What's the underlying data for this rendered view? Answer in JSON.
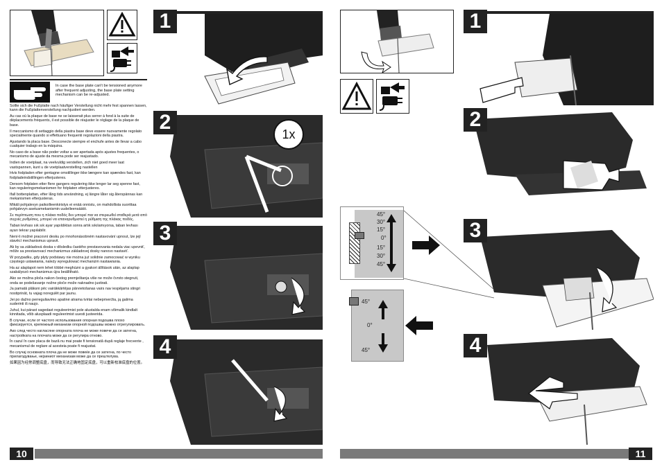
{
  "pages": {
    "left_number": "10",
    "right_number": "11"
  },
  "left": {
    "intro_text": "In case the base plate can't be tensioned anymore after frequent adjusting, the base plate setting mechanism can be re-adjusted.",
    "paragraphs": [
      "Sollte sich die Fußplatte nach häufiger Verstellung nicht mehr fest spannen lassen, kann die Fußplattenverstellung nachjustiert werden.",
      "Au cas où la plaque de base ne se laisserait plus serrer à fond à la suite de déplacements fréquents, il est possible de réajuster le réglage de la plaque de base.",
      "Il meccanismo di settaggio della piastra base deve essere nuovamente regolato specialmente quando si effettuano frequenti regolazioni della piastra.",
      "Ajustando la placa base. Desconecte siempre el enchufe antes de llevar a cabo cualquier trabajo en la máquina.",
      "No caso de a base não poder voltar a ser apertada após ajustes frequentes, o mecanismo de ajuste da mesma pode ser reajustado.",
      "Indien de voetplaat, na veelvuldig verstellen, zich niet goed meer laat vastspannen, kunt u de voetplaatverstelling nastellen",
      "Hvis fodpladen efter gentagne omstillinger ikke længere kan spændes fast, kan fodpladeindstillingen efterjusteres.",
      "Dersom fotplaten etter flere gangers regulering ikke lenger lar seg spenne fast, kan reguleringsmekanismen for fotplaten etterjusteres.",
      "Ifall bottenplattan, efter lång tids användning, ej längre låter sig återspännas kan mekanismen efterjusteras.",
      "Mikäli pohjalevyn paikoilleenkiristys ei enää onnistu, on mahdollista suorittaa pohjalevyn asetusmekanismin uudelleensäätö.",
      "Σε περίπτωση που η πλάκα ποδός δεν μπορεί πια να στερεωθεί σταθερά μετά από συχνές ρυθμίσεις, μπορεί να επαναρυθμιστεί η ρύθμιση της πλάκας ποδός.",
      "Taban levhası sık sık ayar yapıldıktan sonra artık sıkılamıyorsa, taban levhası ayarı tekrar yapılabilir.",
      "Není-li možné pracovní desku po mnohonásobném nastavování upnout, lze její stavěcí mechanismus upravit.",
      "Ak by sa základová doska v dôsledku častého prestavovania nedala viac upevniť, môže sa prestavovací mechanizmus základovej dosky nanovo nastaviť.",
      "W przypadku, gdy płyty podstawy nie można już solidnie zamocować w wyniku częstego ustawiania, należy wyregulować mechanizm nastawiania.",
      "Ha az alaplapot nem lehet többé meghúzni a gyakori állítások után, az alaplap szabályozó mechanizmus újra beállítható.",
      "Ako se možna ploča nakon čestog premještanja više ne može čvrsto stegnuti, onda se podešavanje nožne ploče može naknadno justirati.",
      "Ja pamatā plāksni pēc vairākkārtējas pārvietošanas vairs nav iespējams stingri nostiprināt, tu vajag noregulēt par jaunu.",
      "Jei po dažno perreguliavimo apatinė atrama tvirtai nebepriveržia, ją galima suderinti iš naujo.",
      "Juhul, kui pärast sagedast reguleerimist pole alustalda enam võimalik kindlalt kinnitada, võib alusplaadi reguleerimist uuesti justeerida.",
      "В случае, если от частого использования опорная подошва плохо фиксируется, крепежный механизм опорной подошвы можно отрегулировать.",
      "Ако след често нагласяне опорната плоча не може повече да се затегна, настройката на плочата може да се регулира отново.",
      "În cazul în care placa de bază nu mai poate fi tensionată după reglaje frecvente , mecanismul de reglare al acesteia poate fi reajustat.",
      "Во случај основната плоча да не може повеќе да се затегна, по често прилагодување, нејзиниот механизам може да се прештелува.",
      "如果因为经常调整底盘，而导致无法正确地固定底盘，可以重新校准底盘的位置。"
    ],
    "steps": [
      "1",
      "2",
      "3",
      "4"
    ],
    "counter_label": "1x"
  },
  "right": {
    "steps": [
      "1",
      "2",
      "3",
      "4"
    ],
    "scale_top": [
      "45°",
      "30°",
      "15°",
      "0°",
      "15°",
      "30°",
      "45°"
    ],
    "scale_bottom": [
      "45°",
      "0°",
      "45°"
    ]
  },
  "icons": [
    "pointing-hand-icon",
    "warning-triangle-icon",
    "unplug-icon",
    "arrow-right-icon",
    "arrow-left-icon",
    "double-arrow-icon"
  ]
}
